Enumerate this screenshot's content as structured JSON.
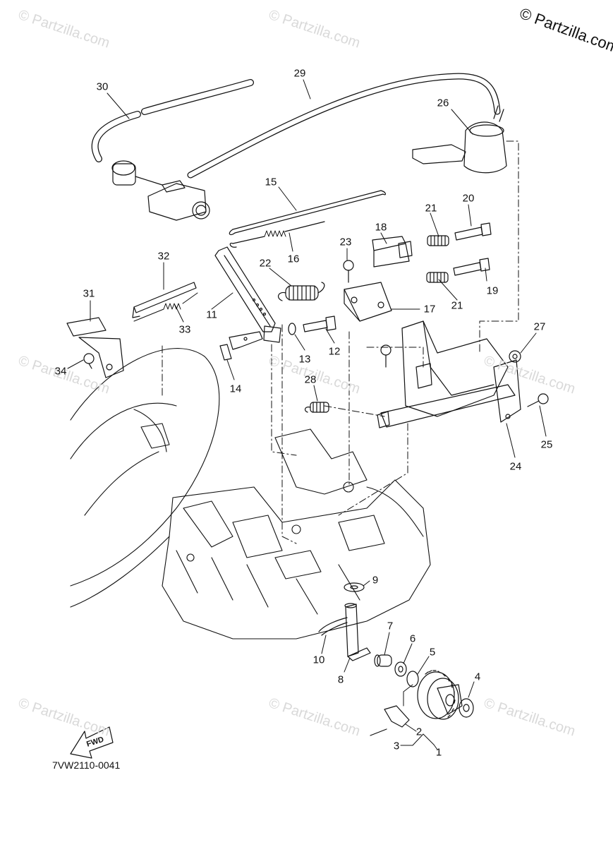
{
  "copyright": "© Partzilla.com",
  "watermark": "© Partzilla.com",
  "drawing_code": "7VW2110-0041",
  "fwd_label": "FWD",
  "callouts": [
    {
      "id": "30",
      "label": "30"
    },
    {
      "id": "29",
      "label": "29"
    },
    {
      "id": "26",
      "label": "26"
    },
    {
      "id": "15",
      "label": "15"
    },
    {
      "id": "16",
      "label": "16"
    },
    {
      "id": "20",
      "label": "20"
    },
    {
      "id": "21a",
      "label": "21"
    },
    {
      "id": "18",
      "label": "18"
    },
    {
      "id": "23",
      "label": "23"
    },
    {
      "id": "32",
      "label": "32"
    },
    {
      "id": "22",
      "label": "22"
    },
    {
      "id": "19",
      "label": "19"
    },
    {
      "id": "31",
      "label": "31"
    },
    {
      "id": "11",
      "label": "11"
    },
    {
      "id": "17",
      "label": "17"
    },
    {
      "id": "21b",
      "label": "21"
    },
    {
      "id": "33",
      "label": "33"
    },
    {
      "id": "27",
      "label": "27"
    },
    {
      "id": "13",
      "label": "13"
    },
    {
      "id": "12",
      "label": "12"
    },
    {
      "id": "34",
      "label": "34"
    },
    {
      "id": "14",
      "label": "14"
    },
    {
      "id": "28",
      "label": "28"
    },
    {
      "id": "25",
      "label": "25"
    },
    {
      "id": "24",
      "label": "24"
    },
    {
      "id": "9",
      "label": "9"
    },
    {
      "id": "7",
      "label": "7"
    },
    {
      "id": "6",
      "label": "6"
    },
    {
      "id": "5",
      "label": "5"
    },
    {
      "id": "10",
      "label": "10"
    },
    {
      "id": "4",
      "label": "4"
    },
    {
      "id": "8",
      "label": "8"
    },
    {
      "id": "2",
      "label": "2"
    },
    {
      "id": "3",
      "label": "3"
    },
    {
      "id": "1",
      "label": "1"
    }
  ]
}
